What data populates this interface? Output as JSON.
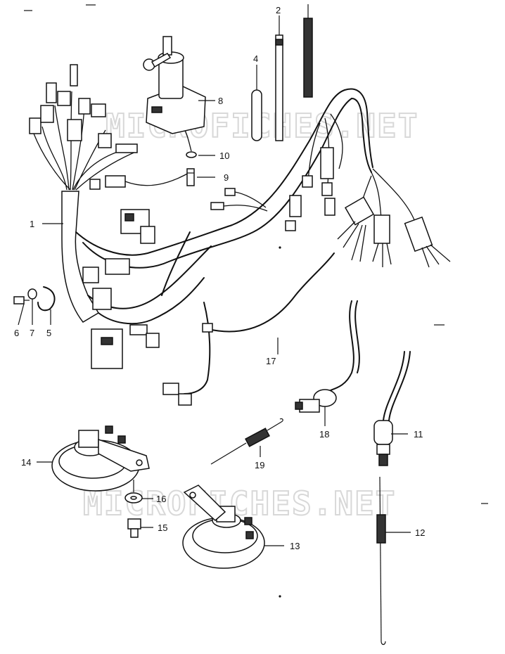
{
  "watermark": "MICROFICHES.NET",
  "callouts": [
    "1",
    "2",
    "4",
    "5",
    "6",
    "7",
    "8",
    "9",
    "10",
    "11",
    "12",
    "13",
    "14",
    "15",
    "16",
    "17",
    "18",
    "19"
  ]
}
